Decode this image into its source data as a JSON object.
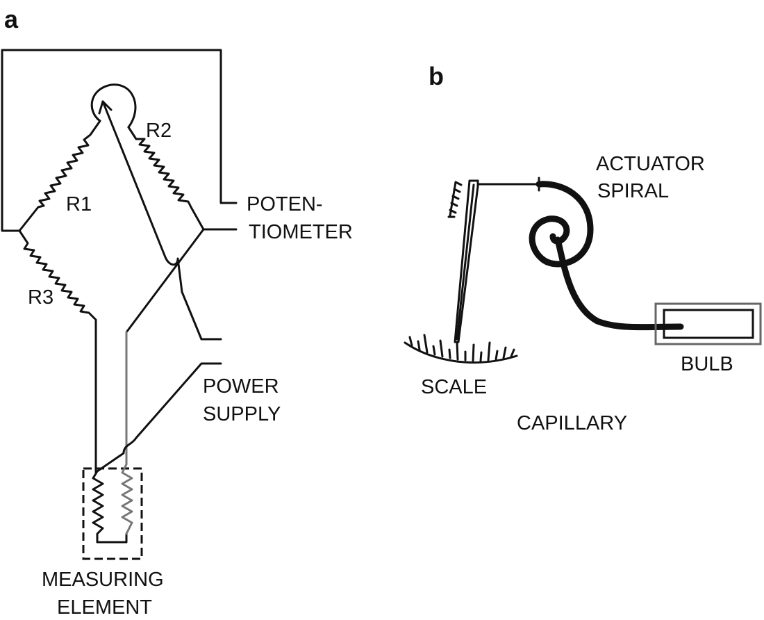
{
  "panels": [
    {
      "letter": "a",
      "labels": {
        "r1": "R1",
        "r2": "R2",
        "r3": "R3",
        "potentiometer_line1": "POTEN-",
        "potentiometer_line2": "TIOMETER",
        "power_supply_line1": "POWER",
        "power_supply_line2": "SUPPLY",
        "measuring_element_line1": "MEASURING",
        "measuring_element_line2": "ELEMENT"
      }
    },
    {
      "letter": "b",
      "labels": {
        "actuator_line1": "ACTUATOR",
        "actuator_line2": "SPIRAL",
        "scale": "SCALE",
        "bulb": "BULB",
        "capillary": "CAPILLARY"
      }
    }
  ],
  "colors": {
    "ink": "#111111",
    "gray_wire": "#777777",
    "bulb_frame": "#666666"
  }
}
